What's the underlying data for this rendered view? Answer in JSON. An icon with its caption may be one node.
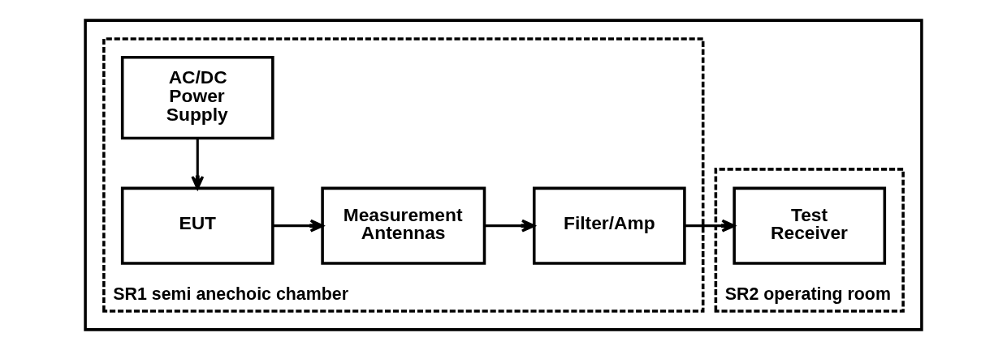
{
  "diagram": {
    "nodes": [
      {
        "text": [],
        "shape": "box"
      },
      {
        "text": [
          "SR1 semi anechoic chamber"
        ],
        "in": 0
      },
      {
        "text": [
          "EUT"
        ],
        "in": 1
      },
      {
        "text": [
          "Measurement Antennas"
        ],
        "in": 1
      },
      {
        "text": [
          "Filter/Amp"
        ],
        "in": 1
      },
      {
        "text": [
          "AC/DC Power Supply"
        ],
        "in": 1
      },
      {
        "text": [
          "SR2 operating room"
        ],
        "in": 0
      },
      {
        "text": [
          "Test Receiver"
        ],
        "in": 6
      }
    ],
    "edges": [
      {
        "from": 2,
        "to": 3,
        "arrow": "to"
      },
      {
        "from": 3,
        "to": 4,
        "arrow": "to"
      },
      {
        "from": 4,
        "to": 7,
        "arrow": "to"
      },
      {
        "from": 5,
        "to": 2,
        "arrow": "to"
      }
    ]
  }
}
